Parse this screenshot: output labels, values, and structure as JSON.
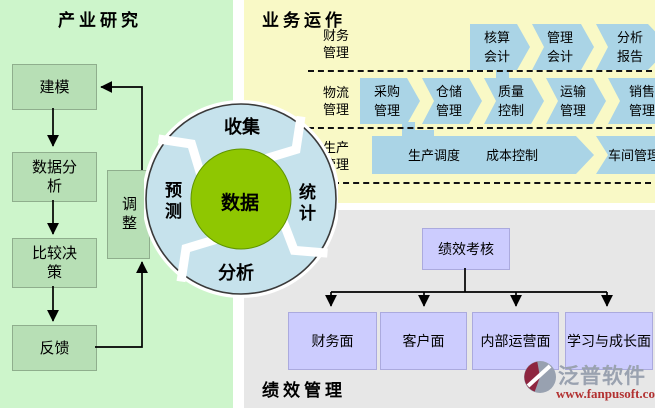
{
  "industry": {
    "title": "产业研究",
    "flow": [
      "建模",
      "数据分\n析",
      "比较决\n策",
      "反馈"
    ],
    "adjust": "调整"
  },
  "cycle": {
    "center": "数据",
    "top": "收集",
    "right": "统计",
    "bottom": "分析",
    "left": "预测"
  },
  "business": {
    "title": "业务运作",
    "rows": [
      {
        "label": "财务\n管理",
        "arrows": [
          {
            "l1": "核算",
            "l2": "会计"
          },
          {
            "l1": "管理",
            "l2": "会计"
          },
          {
            "l1": "分析",
            "l2": "报告"
          }
        ]
      },
      {
        "label": "物流\n管理",
        "arrows": [
          {
            "l1": "采购",
            "l2": "管理"
          },
          {
            "l1": "仓储",
            "l2": "管理"
          },
          {
            "l1": "质量",
            "l2": "控制"
          },
          {
            "l1": "运输",
            "l2": "管理"
          },
          {
            "l1": "销售",
            "l2": "管理"
          }
        ]
      },
      {
        "label": "生产\n管理",
        "arrows": [
          {
            "l1": "生产调度",
            "l2": "成本控制"
          },
          {
            "l1": "车间管理"
          }
        ]
      }
    ]
  },
  "performance": {
    "title": "绩效管理",
    "root": "绩效考核",
    "leaves": [
      "财务面",
      "客户面",
      "内部运营面",
      "学习与成长面"
    ]
  },
  "logo": {
    "name": "泛普软件",
    "url": "www.fanpusoft.com"
  },
  "colors": {
    "panel_green": "#cdf5cb",
    "panel_yellow": "#f9f9c6",
    "panel_gray": "#e7e7e7",
    "flow_box_green": "#b7dfb5",
    "arrow_blue": "#aad4e6",
    "ring_blue": "#c6e2ec",
    "core_green": "#8fc701",
    "node_lavender": "#ccccfe",
    "logo_red": "#b23131",
    "logo_gray": "#9aa2b0"
  }
}
